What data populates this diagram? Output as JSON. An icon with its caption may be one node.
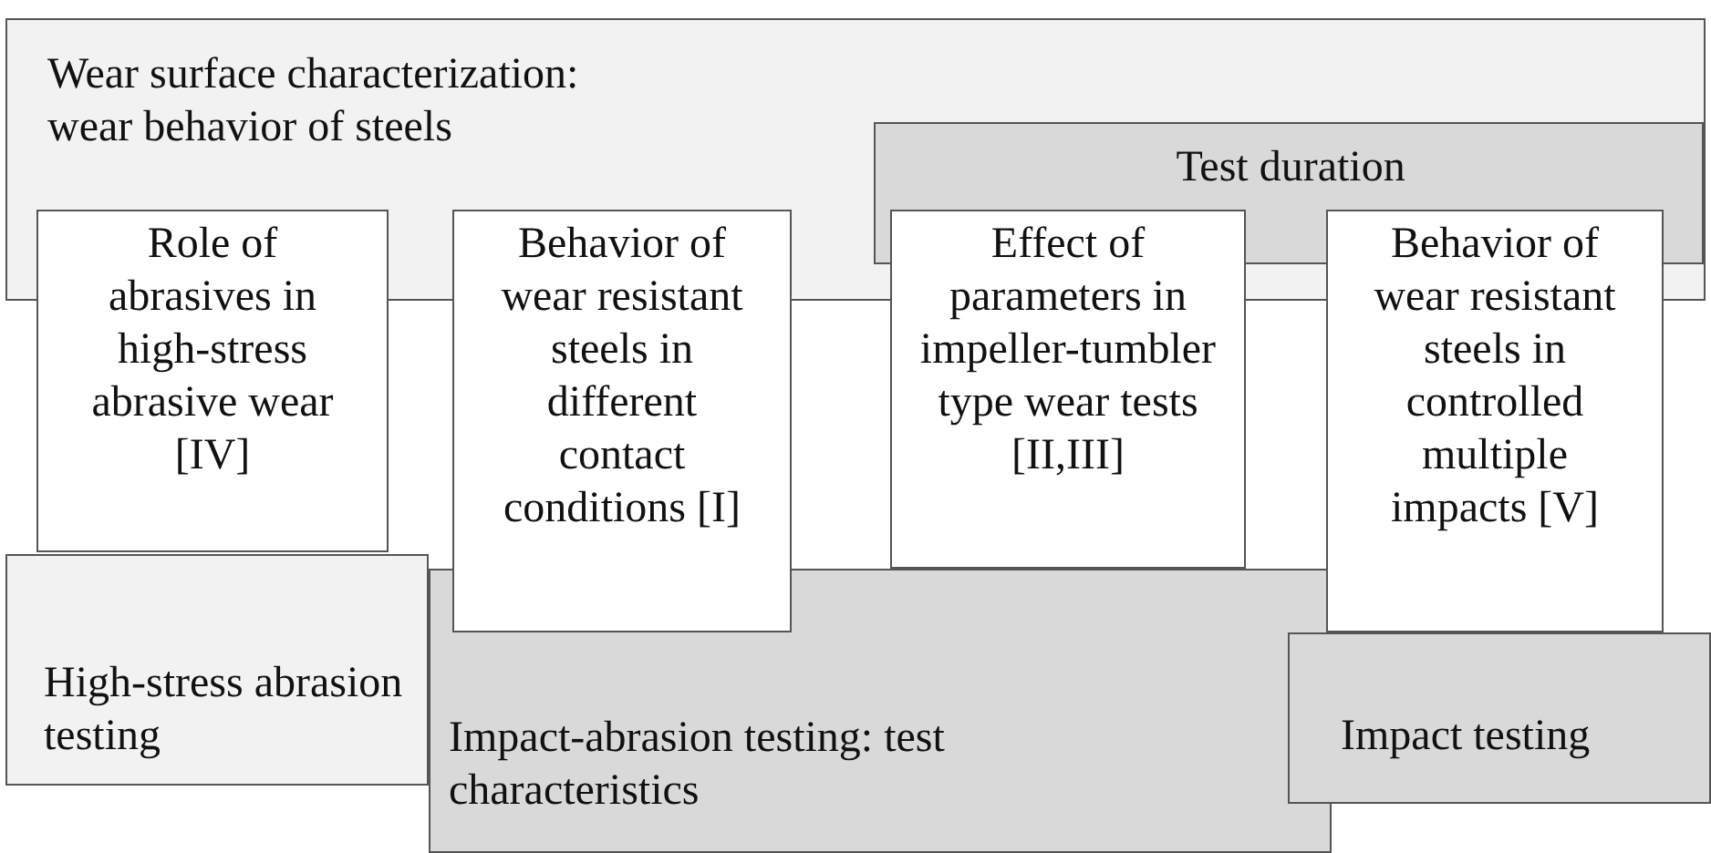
{
  "diagram": {
    "nodes": [
      {
        "text": [
          "Wear surface characterization: wear behavior of steels"
        ]
      },
      {
        "text": [
          "Test duration"
        ],
        "in": 0
      },
      {
        "text": [
          "High-stress abrasion testing"
        ]
      },
      {
        "text": [
          "Impact-abrasion testing: test characteristics"
        ]
      },
      {
        "text": [
          "Impact testing"
        ]
      },
      {
        "text": [
          "Role of abrasives in high-stress abrasive wear [IV]"
        ]
      },
      {
        "text": [
          "Behavior of wear resistant steels in different contact conditions [I]"
        ]
      },
      {
        "text": [
          "Effect of parameters in impeller-tumbler type wear tests [II,III]"
        ]
      },
      {
        "text": [
          "Behavior of wear resistant steels in controlled multiple impacts [V]"
        ]
      }
    ]
  }
}
